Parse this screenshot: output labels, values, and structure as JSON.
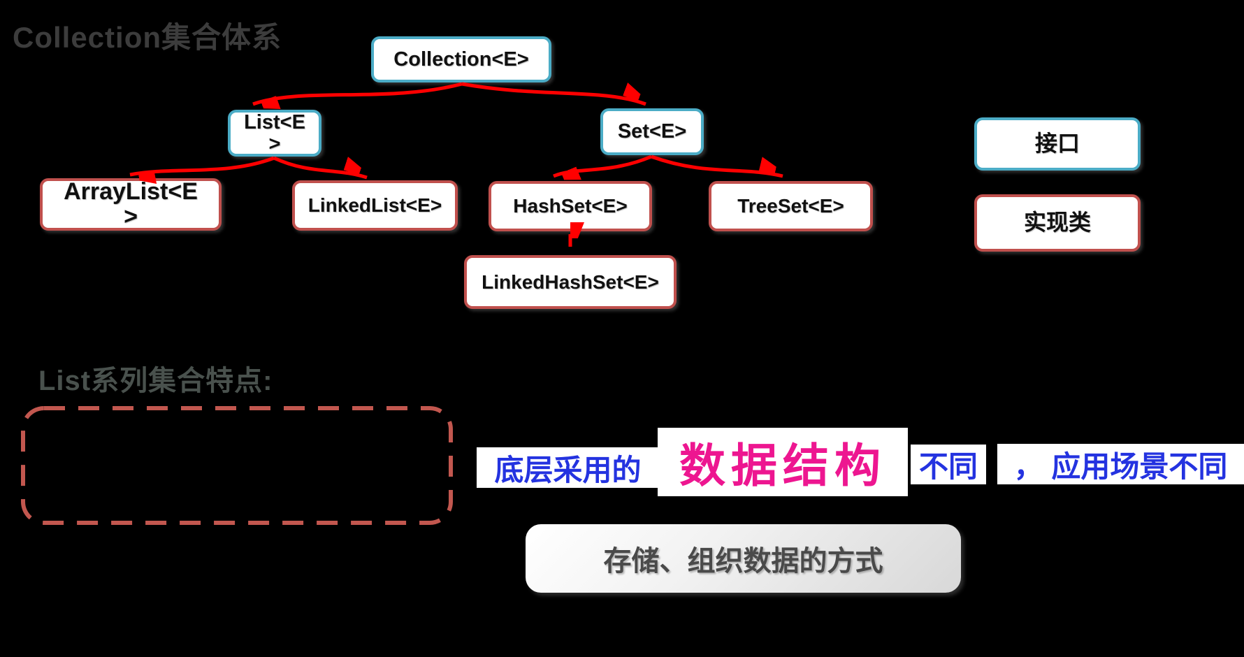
{
  "page": {
    "title": "Collection集合体系",
    "section_heading": "List系列集合特点:"
  },
  "tree": {
    "collection": {
      "label": "Collection<E>",
      "lines": [
        "Collection<E>"
      ],
      "type": "interface"
    },
    "list": {
      "label": "List<E>",
      "lines": [
        "List<E",
        ">"
      ],
      "type": "interface"
    },
    "set": {
      "label": "Set<E>",
      "lines": [
        "Set<E>"
      ],
      "type": "interface"
    },
    "arraylist": {
      "label": "ArrayList<E>",
      "lines": [
        "ArrayList<E",
        ">"
      ],
      "type": "implementation"
    },
    "linkedlist": {
      "label": "LinkedList<E>",
      "lines": [
        "LinkedList<E>"
      ],
      "type": "implementation"
    },
    "hashset": {
      "label": "HashSet<E>",
      "lines": [
        "HashSet<E>"
      ],
      "type": "implementation"
    },
    "treeset": {
      "label": "TreeSet<E>",
      "lines": [
        "TreeSet<E>"
      ],
      "type": "implementation"
    },
    "linkedhashset": {
      "label": "LinkedHashSet<E>",
      "lines": [
        "LinkedHashSet<E>"
      ],
      "type": "implementation"
    }
  },
  "legend": {
    "interface_label": "接口",
    "implementation_label": "实现类"
  },
  "annotation": {
    "prefix": "底层采用的",
    "highlight": "数据结构",
    "suffix": "不同",
    "tail": "， 应用场景不同"
  },
  "bottom_box": {
    "label": "存储、组织数据的方式"
  },
  "colors": {
    "background": "#000000",
    "interface_border": "#4BACC6",
    "implementation_border": "#C0504D",
    "arrow": "#FF0000",
    "dashed_box": "#C2574F",
    "annotation_blue": "#2433E0",
    "annotation_pink": "#ED1690",
    "title_gray": "#3C3C3C"
  }
}
